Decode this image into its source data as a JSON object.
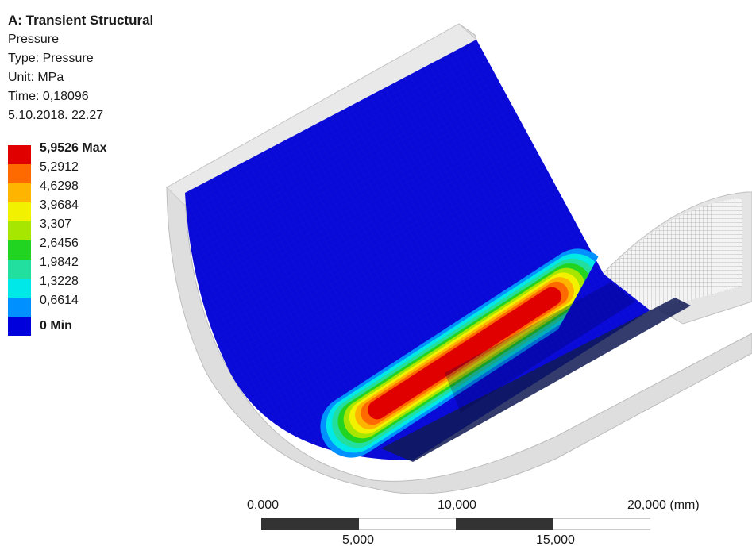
{
  "info": {
    "analysis": "A: Transient Structural",
    "result": "Pressure",
    "type": "Type: Pressure",
    "unit": "Unit: MPa",
    "time": "Time: 0,18096",
    "date": "5.10.2018. 22.27"
  },
  "legend": [
    {
      "label": "5,9526 Max",
      "color": "#e00000",
      "bold": true
    },
    {
      "label": "5,2912",
      "color": "#ff6a00",
      "bold": false
    },
    {
      "label": "4,6298",
      "color": "#ffb400",
      "bold": false
    },
    {
      "label": "3,9684",
      "color": "#f2f200",
      "bold": false
    },
    {
      "label": "3,307",
      "color": "#a6e600",
      "bold": false
    },
    {
      "label": "2,6456",
      "color": "#22d422",
      "bold": false
    },
    {
      "label": "1,9842",
      "color": "#22dfa0",
      "bold": false
    },
    {
      "label": "1,3228",
      "color": "#00e8e8",
      "bold": false
    },
    {
      "label": "0,6614",
      "color": "#0090ff",
      "bold": false
    },
    {
      "label": "0 Min",
      "color": "#0000dc",
      "bold": true
    }
  ],
  "scale": {
    "top_labels": [
      "0,000",
      "10,000",
      "20,000 (mm)"
    ],
    "bottom_labels": [
      "5,000",
      "15,000"
    ]
  }
}
